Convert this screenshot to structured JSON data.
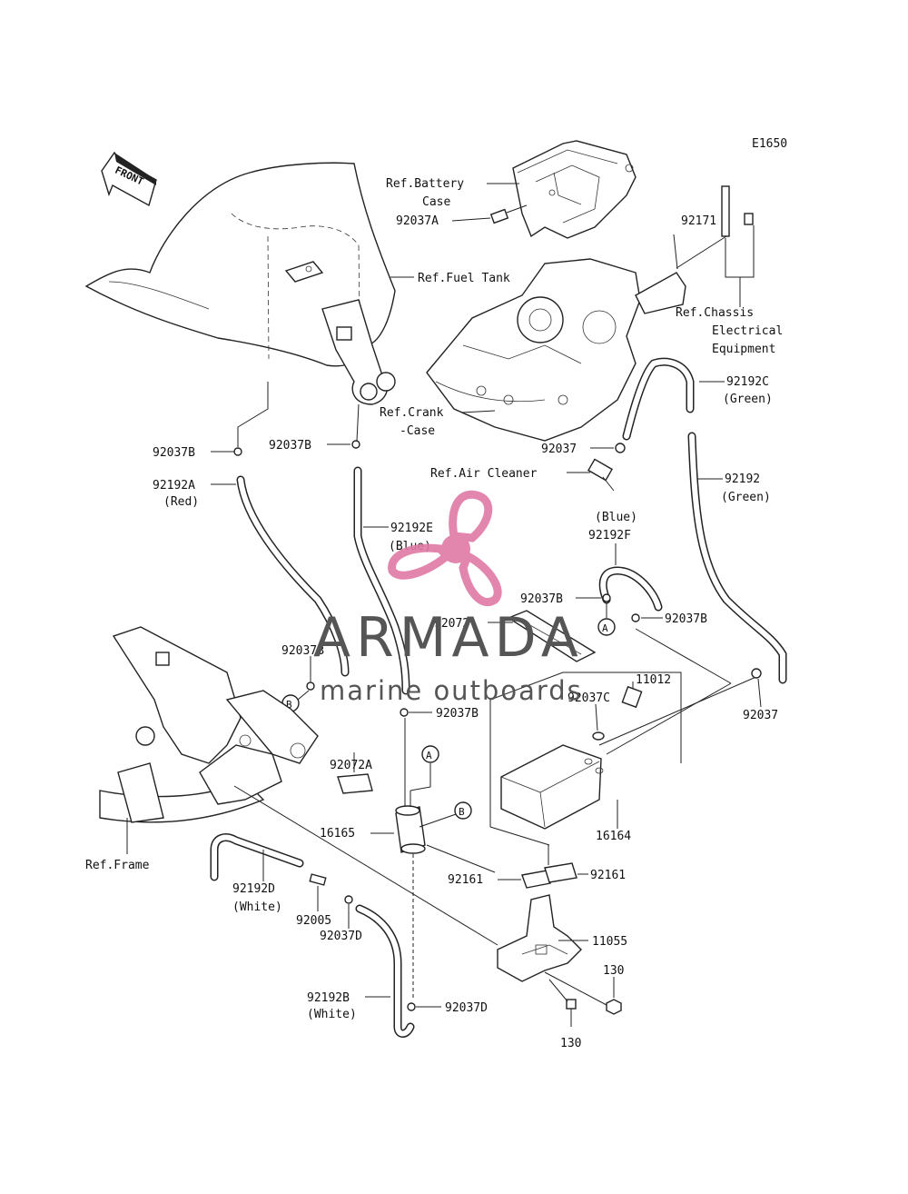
{
  "diagram_code": "E1650",
  "front_label": "FRONT",
  "callouts": {
    "A": "A",
    "B": "B"
  },
  "labels": {
    "ref_battery_case_1": "Ref.Battery",
    "ref_battery_case_2": "Case",
    "p92037A": "92037A",
    "ref_fuel_tank": "Ref.Fuel Tank",
    "p92171": "92171",
    "ref_chassis_1": "Ref.Chassis",
    "ref_chassis_2": "Electrical",
    "ref_chassis_3": "Equipment",
    "p92192C": "92192C",
    "p92192C_color": "(Green)",
    "ref_crank_1": "Ref.Crank",
    "ref_crank_2": "-Case",
    "p92037_top": "92037",
    "ref_air_cleaner": "Ref.Air Cleaner",
    "p92192": "92192",
    "p92192_color": "(Green)",
    "p92037B_left": "92037B",
    "p92192A": "92192A",
    "p92192A_color": "(Red)",
    "p92037B_mid": "92037B",
    "p92192E": "92192E",
    "p92192E_color": "(Blue)",
    "p92192F_color": "(Blue)",
    "p92192F": "92192F",
    "p92037B_right1": "92037B",
    "p92072": "92072",
    "p92037B_right2": "92037B",
    "p92037B_lower": "92037B",
    "p11012": "11012",
    "p92037C": "92037C",
    "p92037B_center": "92037B",
    "p92037_right": "92037",
    "p92072A": "92072A",
    "p16165": "16165",
    "p16164": "16164",
    "ref_frame": "Ref.Frame",
    "p92161_left": "92161",
    "p92161_right": "92161",
    "p92192D": "92192D",
    "p92192D_color": "(White)",
    "p92005": "92005",
    "p92037D_top": "92037D",
    "p11055": "11055",
    "p130_top": "130",
    "p92192B": "92192B",
    "p92192B_color": "(White)",
    "p92037D_bottom": "92037D",
    "p130_bottom": "130"
  },
  "watermark": {
    "title": "ARMADA",
    "subtitle": "marine outboards",
    "logo_color": "#e07aa6"
  }
}
